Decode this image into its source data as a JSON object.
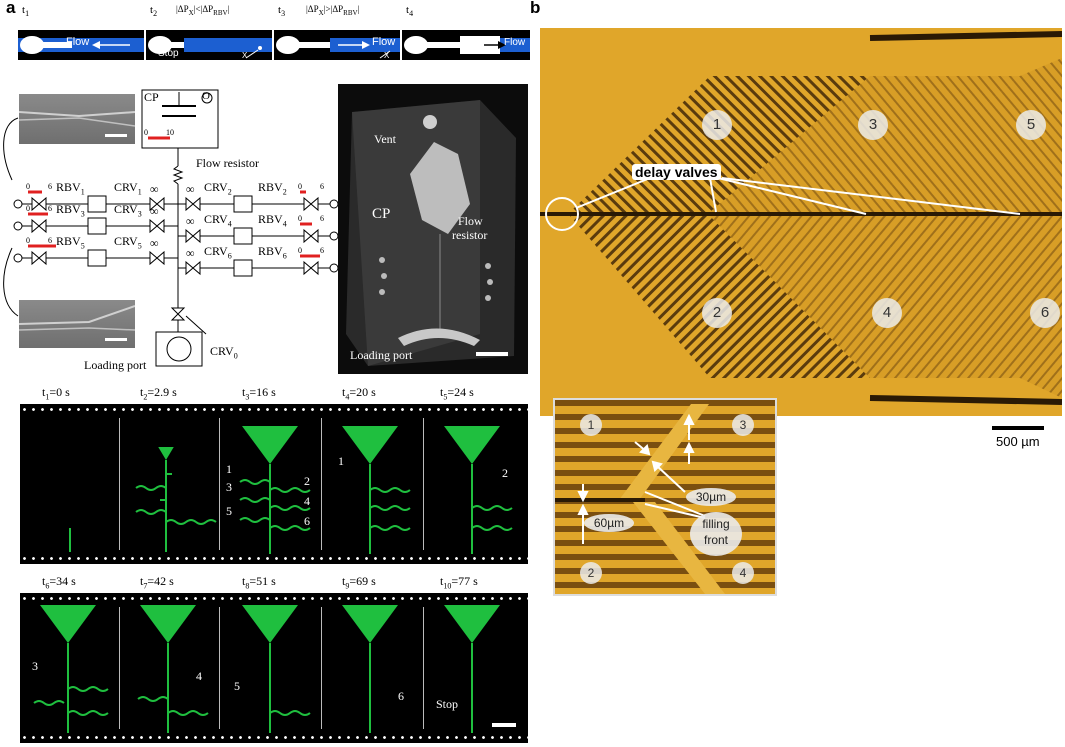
{
  "panel_a": {
    "letter": "a",
    "top_strip": {
      "frames": [
        {
          "time": "t",
          "sub": "1",
          "flow": "Flow"
        },
        {
          "time": "t",
          "sub": "2",
          "condition": "|ΔP",
          "cond_sub1": "X",
          "cond_mid": "|<|ΔP",
          "cond_sub2": "RBV",
          "cond_end": "|",
          "stop": "Stop",
          "x": "X"
        },
        {
          "time": "t",
          "sub": "3",
          "condition": "|ΔP",
          "cond_sub1": "X",
          "cond_mid": "|>|ΔP",
          "cond_sub2": "RBV",
          "cond_end": "|",
          "flow": "Flow",
          "x": "X"
        },
        {
          "time": "t",
          "sub": "4",
          "flow": "Flow"
        }
      ]
    },
    "schematic": {
      "cp": "CP",
      "o": "O",
      "scale_0": "0",
      "scale_10": "10",
      "flow_resistor": "Flow resistor",
      "rbv": [
        "RBV",
        "RBV",
        "RBV",
        "RBV",
        "RBV",
        "RBV"
      ],
      "rbv_sub": [
        "1",
        "3",
        "5",
        "2",
        "4",
        "6"
      ],
      "crv": [
        "CRV",
        "CRV",
        "CRV",
        "CRV",
        "CRV",
        "CRV"
      ],
      "crv_sub": [
        "1",
        "3",
        "5",
        "2",
        "4",
        "6"
      ],
      "crv0": "CRV",
      "crv0_sub": "0",
      "zero": "0",
      "six": "6",
      "infinity": "∞",
      "loading_port": "Loading port"
    },
    "photo": {
      "vent": "Vent",
      "cp": "CP",
      "flow_resistor": "Flow\nresistor",
      "flow": "Flow",
      "resistor": "resistor",
      "loading_port": "Loading port"
    },
    "film1": {
      "frames": [
        {
          "t": "t",
          "sub": "1",
          "val": "=0 s"
        },
        {
          "t": "t",
          "sub": "2",
          "val": "=2.9 s"
        },
        {
          "t": "t",
          "sub": "3",
          "val": "=16 s"
        },
        {
          "t": "t",
          "sub": "4",
          "val": "=20 s"
        },
        {
          "t": "t",
          "sub": "5",
          "val": "=24 s"
        }
      ],
      "numbers": [
        "1",
        "3",
        "5",
        "2",
        "4",
        "6",
        "1",
        "2"
      ]
    },
    "film2": {
      "frames": [
        {
          "t": "t",
          "sub": "6",
          "val": "=34 s"
        },
        {
          "t": "t",
          "sub": "7",
          "val": "=42 s"
        },
        {
          "t": "t",
          "sub": "8",
          "val": "=51 s"
        },
        {
          "t": "t",
          "sub": "9",
          "val": "=69 s"
        },
        {
          "t": "t",
          "sub": "10",
          "val": "=77 s"
        }
      ],
      "numbers": [
        "3",
        "4",
        "5",
        "6"
      ],
      "stop": "Stop"
    }
  },
  "panel_b": {
    "letter": "b",
    "circles": [
      "1",
      "3",
      "5",
      "2",
      "4",
      "6"
    ],
    "delay_valves": "delay valves",
    "scale_label": "500 µm",
    "inset": {
      "circles": [
        "1",
        "3",
        "2",
        "4"
      ],
      "label_30": "30µm",
      "label_60": "60µm",
      "filling": "filling",
      "front": "front"
    }
  },
  "colors": {
    "gold": "#e0a62a",
    "gold_dark": "#b9831a",
    "channel": "#5a3b0d",
    "green": "#1fbf3f",
    "blue": "#1c5fd1"
  }
}
